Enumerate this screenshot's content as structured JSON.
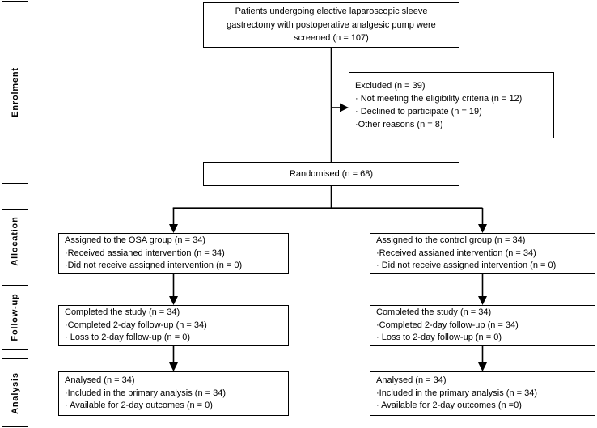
{
  "stages": {
    "enrolment": "Enrolment",
    "allocation": "Allocation",
    "followup": "Follow-up",
    "analysis": "Analysis"
  },
  "boxes": {
    "screened": {
      "lines": [
        "Patients undergoing elective laparoscopic sleeve",
        "gastrectomy with postoperative analgesic pump were",
        "screened (n = 107)"
      ]
    },
    "excluded": {
      "lines": [
        "Excluded (n = 39)",
        "· Not meeting the eligibility criteria (n = 12)",
        "· Declined to participate (n = 19)",
        "·Other reasons (n = 8)"
      ]
    },
    "randomised": {
      "label": "Randomised (n = 68)"
    },
    "allocation_osa": {
      "lines": [
        "Assigned to the OSA group (n = 34)",
        "·Received assianed intervention (n = 34)",
        "·Did not receive assiqned intervention (n = 0)"
      ]
    },
    "allocation_control": {
      "lines": [
        "Assigned to the control group (n = 34)",
        "·Received assianed intervention (n = 34)",
        "· Did not receive assigned intervention (n = 0)"
      ]
    },
    "followup_osa": {
      "lines": [
        "Completed the study (n = 34)",
        "·Completed 2-day follow-up (n = 34)",
        "· Loss to 2-day follow-up (n = 0)"
      ]
    },
    "followup_control": {
      "lines": [
        "Completed the study (n = 34)",
        "·Completed 2-day follow-up (n = 34)",
        "· Loss to 2-day follow-up (n = 0)"
      ]
    },
    "analysis_osa": {
      "lines": [
        "Analysed (n = 34)",
        "·Included in the primary analysis (n = 34)",
        "· Available for 2-day outcomes (n = 0)"
      ]
    },
    "analysis_control": {
      "lines": [
        "Analysed (n = 34)",
        "·Included in the primary analysis (n = 34)",
        "· Available for 2-day outcomes (n =0)"
      ]
    }
  },
  "colors": {
    "border": "#000000",
    "background": "#ffffff",
    "text": "#000000"
  }
}
